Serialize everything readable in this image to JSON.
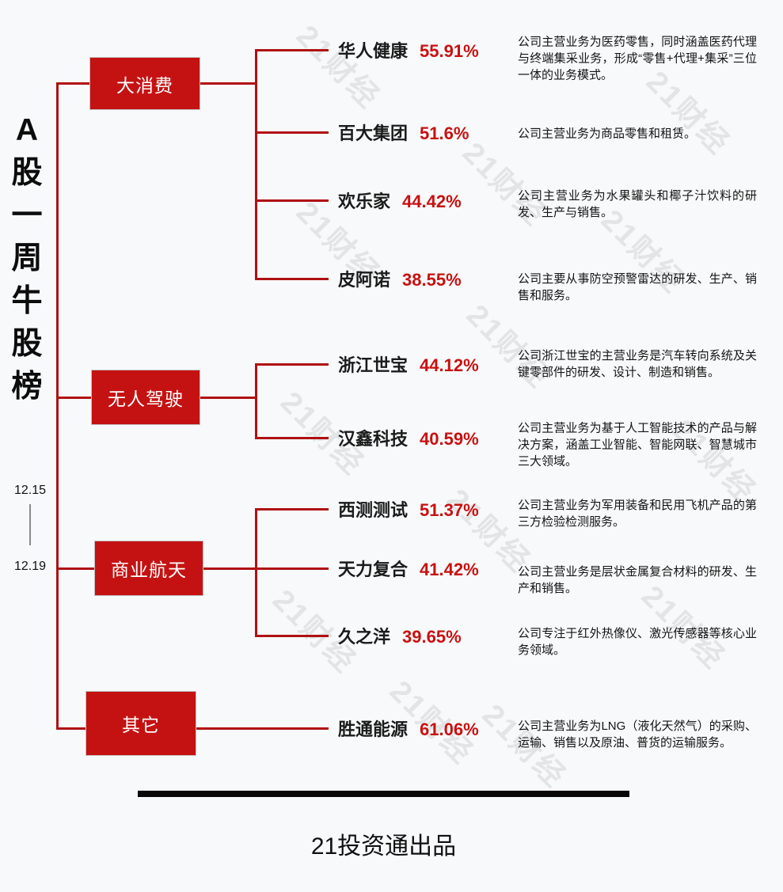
{
  "page": {
    "background": "#f7f9fa"
  },
  "colors": {
    "box_red": "#c41212",
    "line_red": "#b01111",
    "pct_red": "#c81111",
    "watermark_gray": "#d5d9da"
  },
  "title": {
    "vertical_text": "A股一周牛股榜",
    "date_start": "12.15",
    "date_end": "12.19"
  },
  "watermark": {
    "text": "21财经"
  },
  "groups": [
    {
      "label": "大消费",
      "stocks": [
        {
          "name": "华人健康",
          "pct": "55.91%",
          "desc": "公司主营业务为医药零售，同时涵盖医药代理与终端集采业务，形成“零售+代理+集采”三位一体的业务模式。"
        },
        {
          "name": "百大集团",
          "pct": "51.6%",
          "desc": "公司主营业务为商品零售和租赁。"
        },
        {
          "name": "欢乐家",
          "pct": "44.42%",
          "desc": "公司主营业务为水果罐头和椰子汁饮料的研发、生产与销售。"
        },
        {
          "name": "皮阿诺",
          "pct": "38.55%",
          "desc": "公司主要从事防空预警雷达的研发、生产、销售和服务。"
        }
      ]
    },
    {
      "label": "无人驾驶",
      "stocks": [
        {
          "name": "浙江世宝",
          "pct": "44.12%",
          "desc": "公司浙江世宝的主营业务是汽车转向系统及关键零部件的研发、设计、制造和销售。"
        },
        {
          "name": "汉鑫科技",
          "pct": "40.59%",
          "desc": "公司主营业务为基于人工智能技术的产品与解决方案，涵盖工业智能、智能网联、智慧城市三大领域。"
        }
      ]
    },
    {
      "label": "商业航天",
      "stocks": [
        {
          "name": "西测测试",
          "pct": "51.37%",
          "desc": "公司主营业务为军用装备和民用飞机产品的第三方检验检测服务。"
        },
        {
          "name": "天力复合",
          "pct": "41.42%",
          "desc": "公司主营业务是层状金属复合材料的研发、生产和销售。"
        },
        {
          "name": "久之洋",
          "pct": "39.65%",
          "desc": "公司专注于红外热像仪、激光传感器等核心业务领域。"
        }
      ]
    },
    {
      "label": "其它",
      "stocks": [
        {
          "name": "胜通能源",
          "pct": "61.06%",
          "desc": "公司主营业务为LNG（液化天然气）的采购、运输、销售以及原油、普货的运输服务。"
        }
      ]
    }
  ],
  "footer": {
    "producer": "21投资通出品"
  }
}
